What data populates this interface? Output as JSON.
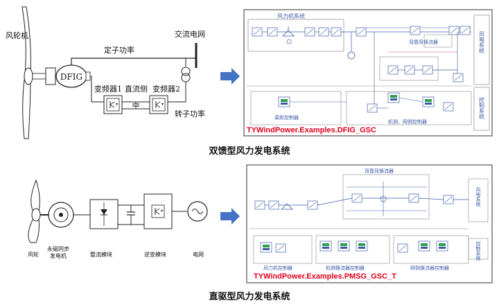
{
  "top": {
    "labels": {
      "turbine": "风轮机",
      "stator_power": "定子功率",
      "grid": "交流电网",
      "generator": "DFIG",
      "converter1": "变频器1",
      "dc_side": "直流侧",
      "converter2": "变频器2",
      "rotor_power": "转子功率"
    },
    "model": {
      "wind_system": "风力机系统",
      "grid_system": "风电系统",
      "back_to_back": "背靠背换流器",
      "control_system": "控制系统",
      "pitch_ctrl": "桨距控制器",
      "machine_grid_ctrl": "机侧、网侧控制器",
      "example": "TYWindPower.Examples.DFIG_GSC"
    },
    "caption": "双馈型风力发电系统"
  },
  "bottom": {
    "labels": {
      "turbine": "风轮",
      "pmsg": "永磁同步\n发电机",
      "rectifier": "整流模块",
      "inverter": "逆变模块",
      "grid": "电网"
    },
    "model": {
      "back_to_back": "背靠背换流器",
      "grid_system": "风电系统",
      "control_system": "控制系统",
      "wind_ctrl": "风力机控制器",
      "machine_ctrl": "机侧换流器控制器",
      "grid_ctrl": "网侧换流器控制器",
      "example": "TYWindPower.Examples.PMSG_GSC_T"
    },
    "caption": "直驱型风力发电系统"
  },
  "colors": {
    "arrow": "#4472c4",
    "example_text": "#e0001b",
    "model_line": "#3b5aa6"
  }
}
